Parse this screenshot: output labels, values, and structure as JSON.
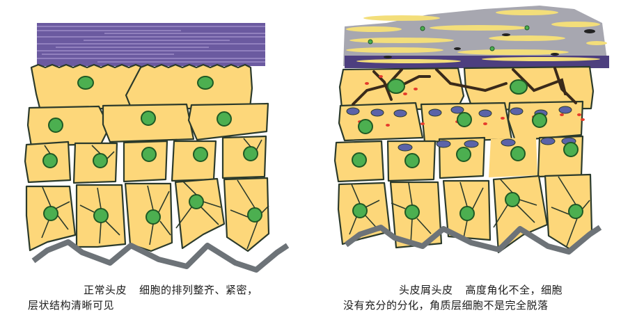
{
  "colors": {
    "cell_fill": "#fdd77a",
    "cell_stroke": "#2b3a2b",
    "nucleus_fill": "#4caf50",
    "nucleus_stroke": "#1f5a24",
    "stratum_corneum": "#6b5aa0",
    "stratum_lines": "#a896d0",
    "basement": "#6d7378",
    "granule_blue": "#5b63a8",
    "granule_red": "#e53b2c",
    "flake_gray": "#a7a7b0"
  },
  "left_panel": {
    "title": "正常头皮",
    "description_line1": "细胞的排列整齐、紧密，",
    "description_line2": "层状结构清晰可见"
  },
  "right_panel": {
    "title": "头皮屑头皮",
    "description_line1": "高度角化不全，细胞",
    "description_line2": "没有充分的分化，角质层细胞不是完全脱落"
  }
}
